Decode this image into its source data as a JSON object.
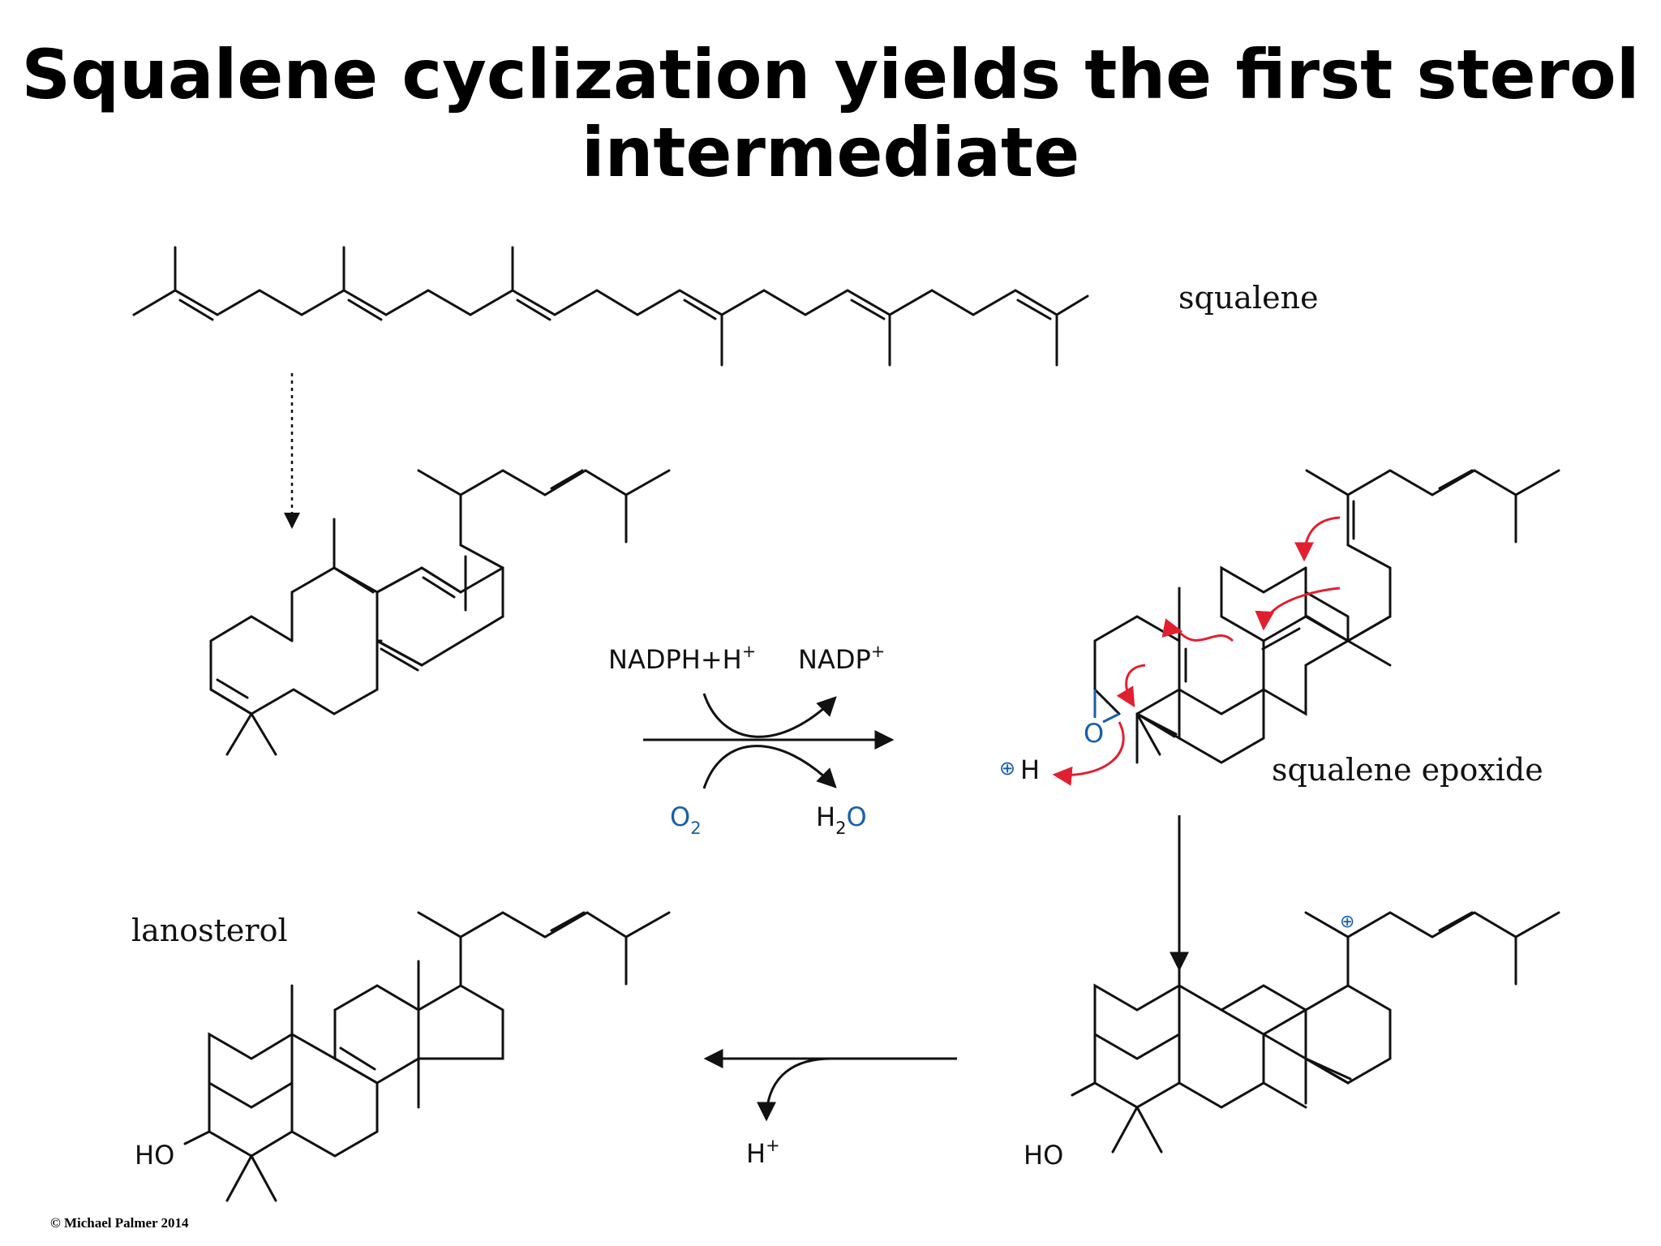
{
  "title": {
    "line1": "Squalene cyclization yields the first sterol",
    "line2": "intermediate"
  },
  "labels": {
    "squalene": "squalene",
    "squalene_epoxide": "squalene epoxide",
    "lanosterol": "lanosterol"
  },
  "reagents": {
    "nadph": "NADPH+H",
    "nadph_sup": "+",
    "nadp": "NADP",
    "nadp_sup": "+",
    "o2": "O",
    "o2_sub": "2",
    "h2o_h": "H",
    "h2o_sub": "2",
    "h2o_o": "O",
    "h_plus": "H",
    "h_plus_sup": "+"
  },
  "atoms": {
    "epoxide_o": "O",
    "proton": "H",
    "cation_charge": "⊕",
    "proton_charge": "⊕",
    "hydroxyl_intermediate": "HO",
    "hydroxyl_lanosterol": "HO"
  },
  "colors": {
    "oxygen_blue": "#1a5fa8",
    "electron_arrow_red": "#e02030",
    "bond_black": "#111111"
  },
  "copyright": "© Michael Palmer 2014"
}
